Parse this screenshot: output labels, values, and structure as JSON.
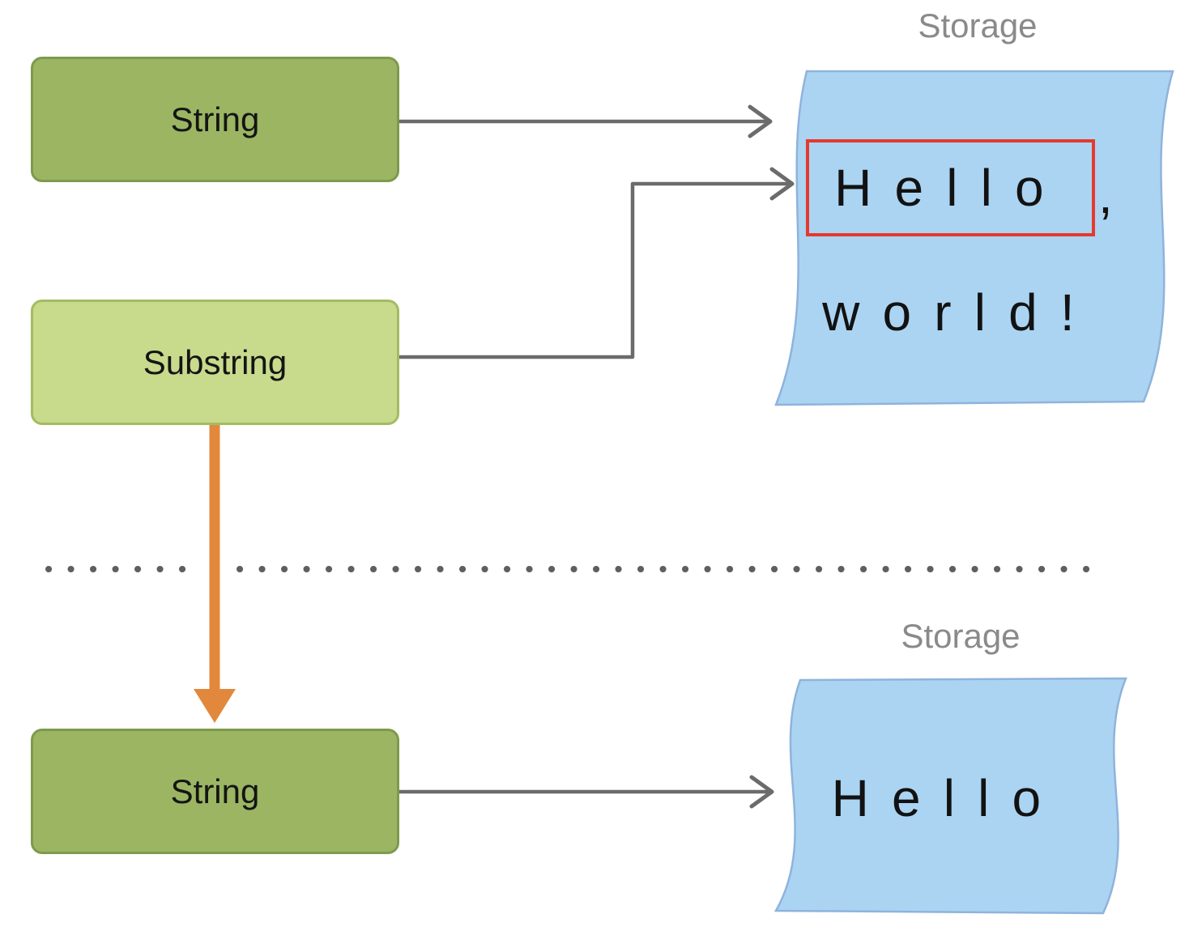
{
  "colors": {
    "node_green": "#9bb562",
    "node_green_border": "#7d9a4d",
    "substring_green": "#c8da8c",
    "substring_green_border": "#a3bc62",
    "storage_blue": "#abd4f2",
    "storage_blue_border": "#8fb3dc",
    "connector_gray": "#6b6b6b",
    "divider_gray": "#5f5f5f",
    "highlight_red": "#e5392e",
    "promote_orange": "#e2883d",
    "storage_label_gray": "#8a8a8a",
    "text_dark": "#141414"
  },
  "nodes": {
    "string_top": {
      "label": "String"
    },
    "substring": {
      "label": "Substring"
    },
    "string_bottom": {
      "label": "String"
    }
  },
  "storage_top": {
    "label": "Storage",
    "line1": "Hello",
    "line1_suffix": ",",
    "line2": "world!"
  },
  "storage_bottom": {
    "label": "Storage",
    "line1": "Hello"
  }
}
